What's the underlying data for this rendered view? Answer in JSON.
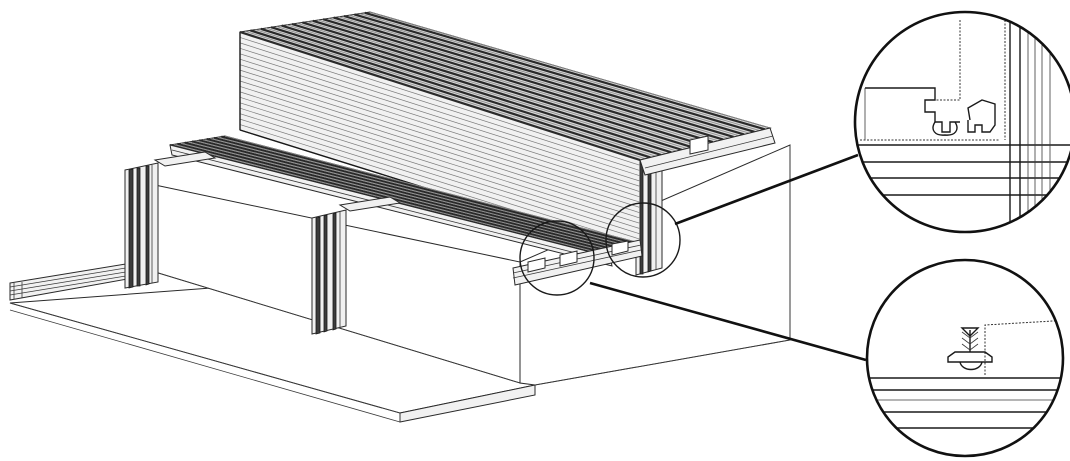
{
  "diagram": {
    "subject": "stepped-decking-system",
    "callouts": [
      {
        "id": "upper-joint",
        "detail": "tongue-and-groove-board-connection"
      },
      {
        "id": "lower-joint",
        "detail": "screw-fixing-clip"
      }
    ]
  },
  "colors": {
    "line": "#1a1a1a",
    "board_dark": "#3c3c3c",
    "face_light": "#f1f1f1",
    "background": "#ffffff"
  }
}
